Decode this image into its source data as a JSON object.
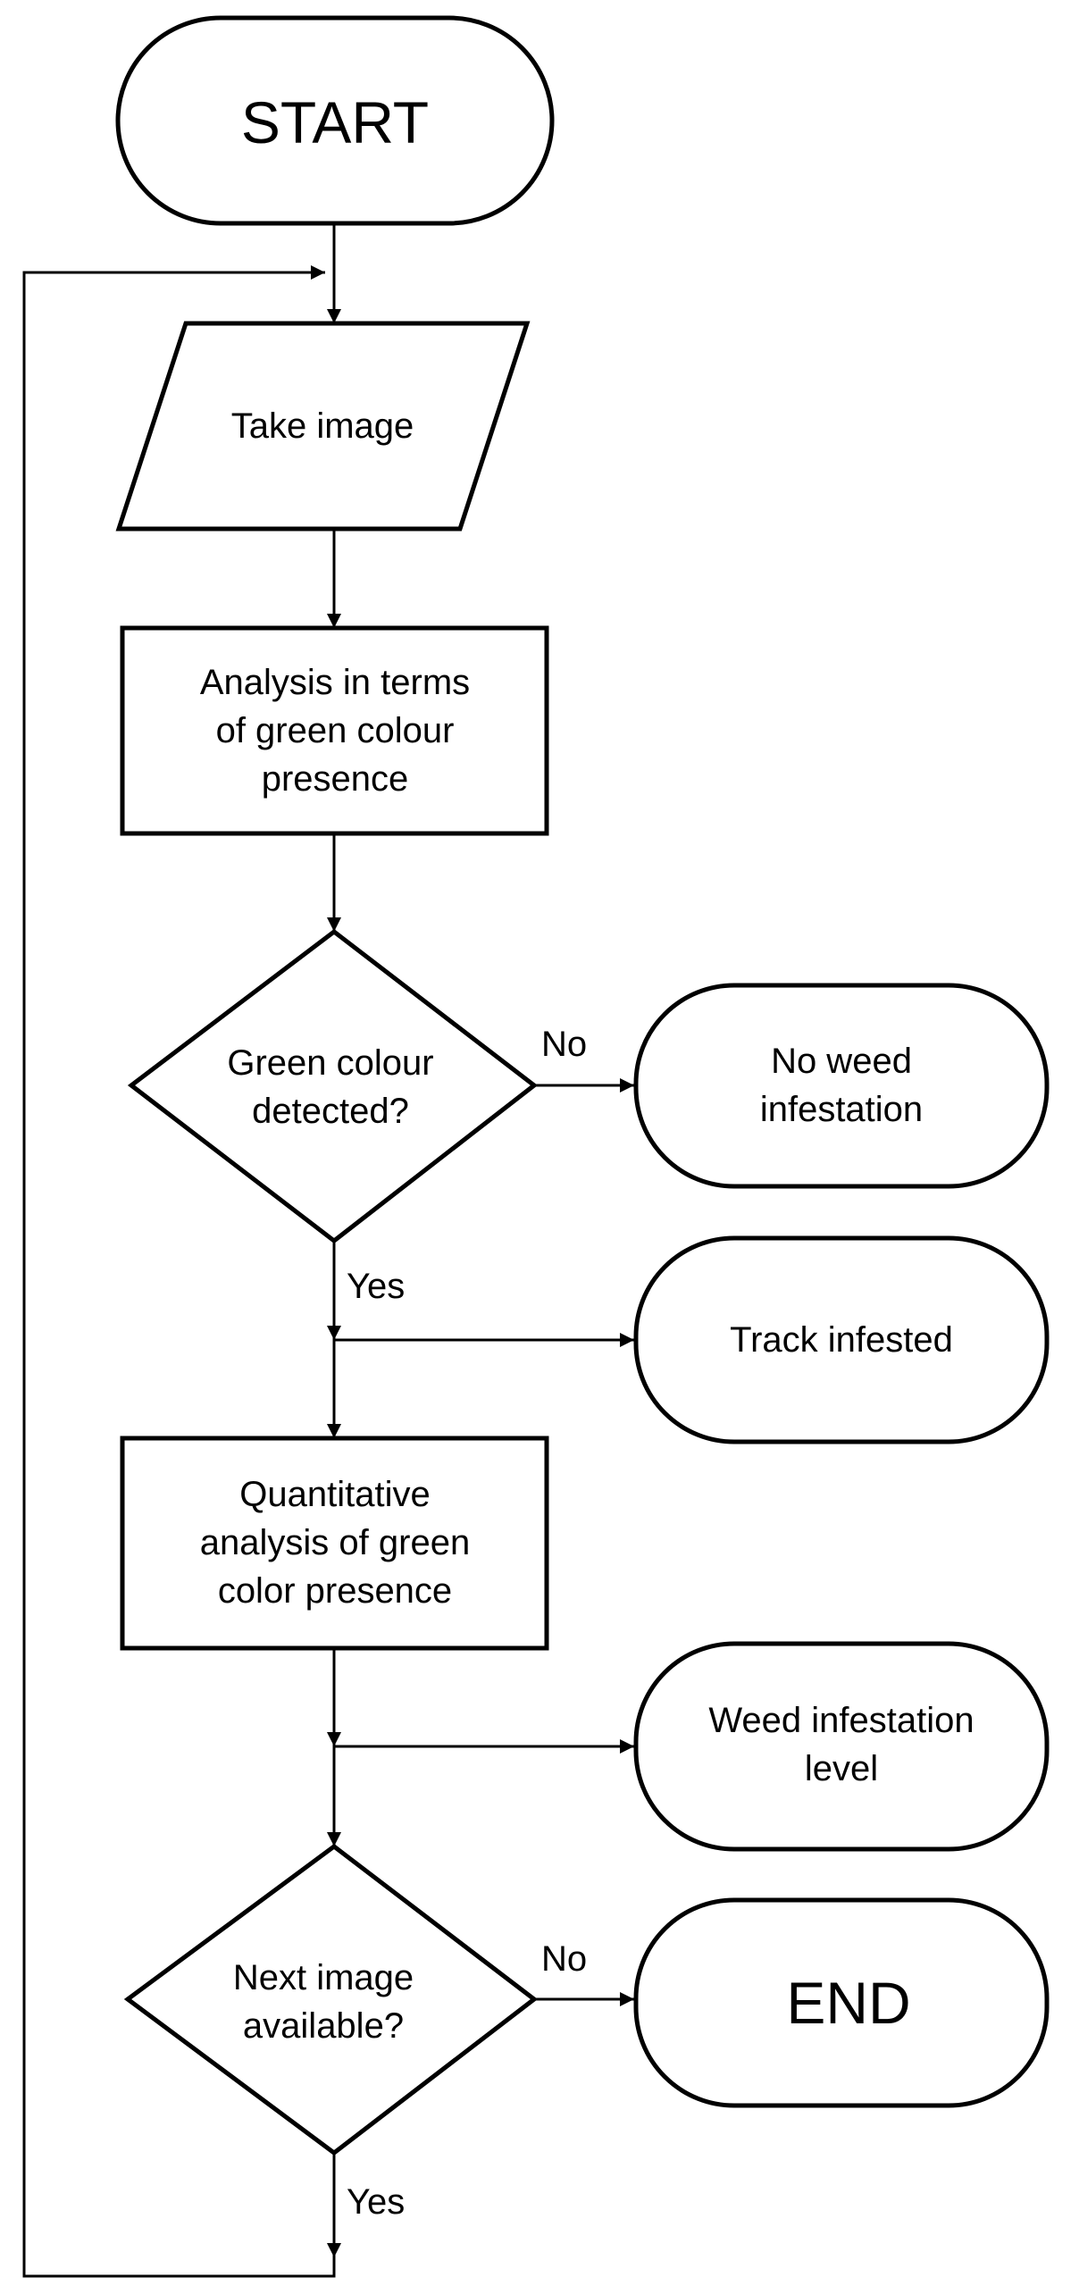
{
  "flowchart": {
    "start": "START",
    "take_image": "Take image",
    "analysis": [
      "Analysis in terms",
      "of green colour",
      "presence"
    ],
    "green_decision": [
      "Green colour",
      "detected?"
    ],
    "no_weed": [
      "No weed",
      "infestation"
    ],
    "track_infested": "Track infested",
    "quantitative": [
      "Quantitative",
      "analysis of green",
      "color presence"
    ],
    "weed_level": [
      "Weed infestation",
      "level"
    ],
    "next_decision": [
      "Next image",
      "available?"
    ],
    "end": "END"
  },
  "edge_labels": {
    "no_1": "No",
    "yes_1": "Yes",
    "no_2": "No",
    "yes_2": "Yes"
  }
}
